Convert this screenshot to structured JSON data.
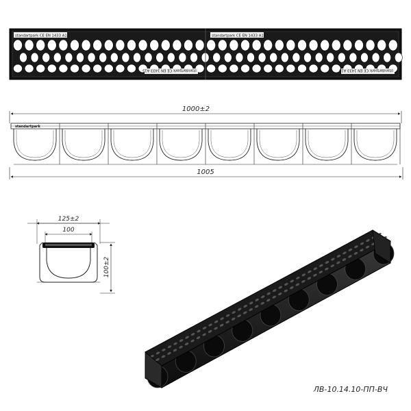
{
  "grate_top_view": {
    "brand": "standartpark",
    "marking_1": "standartpark CE EN 1433 A15",
    "marking_2": "standartpark CE EN 1433 A15"
  },
  "side_view": {
    "length_label": "1000±2",
    "overall_label": "1005",
    "brand_tag": "standartpark"
  },
  "section_view": {
    "width_label": "125±2",
    "inner_label": "100",
    "height_label": "100±2"
  },
  "product_code": "ЛВ-10.14.10-ПП-ВЧ",
  "colors": {
    "line": "#222222",
    "grate": "#111111",
    "background": "#ffffff"
  }
}
